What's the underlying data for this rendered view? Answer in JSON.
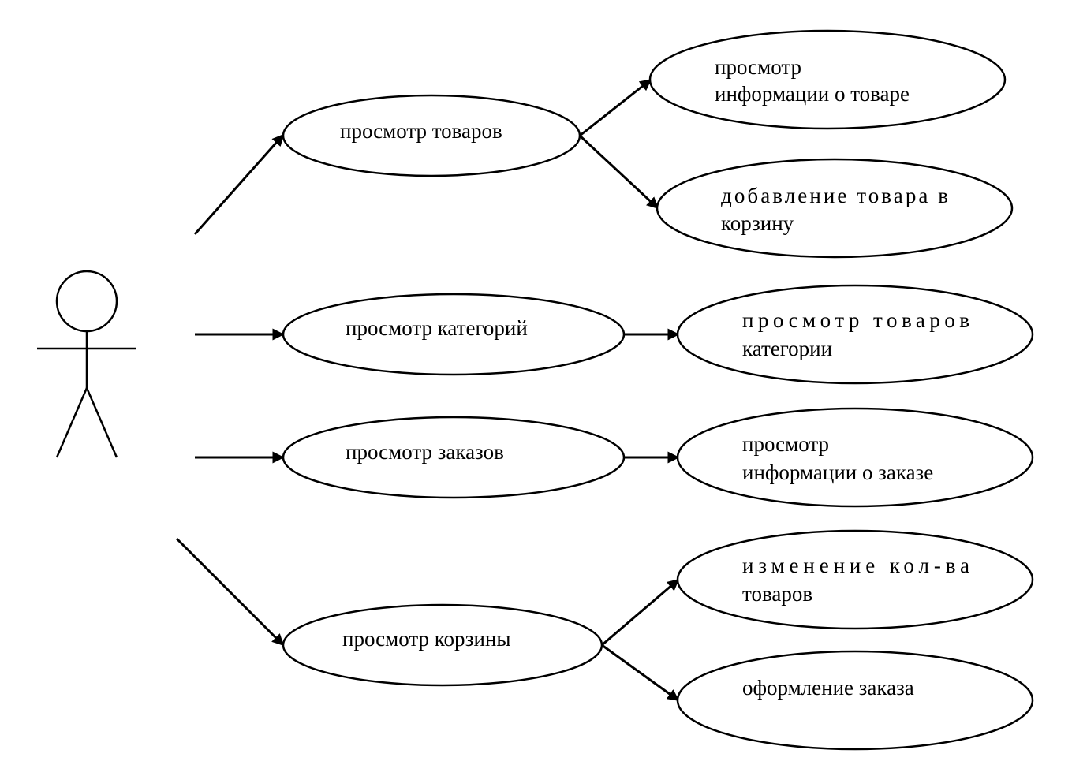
{
  "use_cases": {
    "view_products": "просмотр товаров",
    "view_categories": "просмотр категорий",
    "view_orders": "просмотр заказов",
    "view_cart": "просмотр корзины",
    "product_info": [
      "просмотр",
      "информации о товаре"
    ],
    "add_to_cart": [
      "добавление товара в",
      "корзину"
    ],
    "category_products": [
      "просмотр товаров",
      "категории"
    ],
    "order_info": [
      "просмотр",
      "информации о заказе"
    ],
    "change_quantity": [
      "изменение кол-ва",
      "товаров"
    ],
    "checkout": "оформление заказа"
  }
}
